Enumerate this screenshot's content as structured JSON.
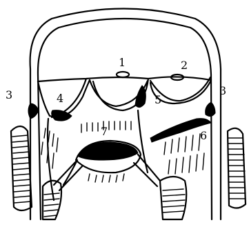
{
  "figure": {
    "labels": {
      "l1": "1",
      "l2": "2",
      "l3_left": "3",
      "l3_right": "3",
      "l4": "4",
      "l5": "5",
      "l6": "6",
      "l7": "7"
    },
    "ink_color": "#000000",
    "background_color": "#ffffff"
  }
}
